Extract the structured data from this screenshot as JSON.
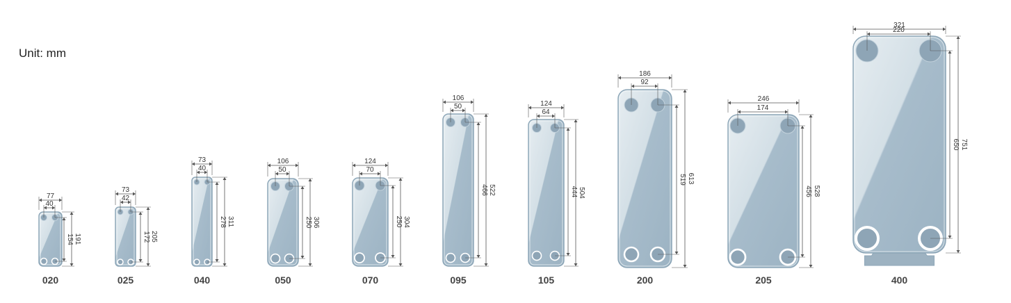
{
  "unit_label": "Unit: mm",
  "colors": {
    "plate_light": "#e6edf1",
    "plate_dark": "#a7bccb",
    "plate_edge": "#8ea7b8",
    "port_fill": "#8ea5b6",
    "port_ring": "#ffffff",
    "dim_line": "#555555",
    "label": "#444444"
  },
  "models": [
    {
      "name": "020",
      "width": "77",
      "port_spacing_h": "40",
      "height": "191",
      "port_spacing_v": "154"
    },
    {
      "name": "025",
      "width": "73",
      "port_spacing_h": "42",
      "height": "205",
      "port_spacing_v": "172"
    },
    {
      "name": "040",
      "width": "73",
      "port_spacing_h": "40",
      "height": "311",
      "port_spacing_v": "278"
    },
    {
      "name": "050",
      "width": "106",
      "port_spacing_h": "50",
      "height": "306",
      "port_spacing_v": "250"
    },
    {
      "name": "070",
      "width": "124",
      "port_spacing_h": "70",
      "height": "304",
      "port_spacing_v": "250"
    },
    {
      "name": "095",
      "width": "106",
      "port_spacing_h": "50",
      "height": "522",
      "port_spacing_v": "466"
    },
    {
      "name": "105",
      "width": "124",
      "port_spacing_h": "64",
      "height": "504",
      "port_spacing_v": "444"
    },
    {
      "name": "200",
      "width": "186",
      "port_spacing_h": "92",
      "height": "613",
      "port_spacing_v": "519"
    },
    {
      "name": "205",
      "width": "246",
      "port_spacing_h": "174",
      "height": "528",
      "port_spacing_v": "456"
    },
    {
      "name": "400",
      "width": "321",
      "port_spacing_h": "220",
      "height": "751",
      "port_spacing_v": "650"
    }
  ]
}
